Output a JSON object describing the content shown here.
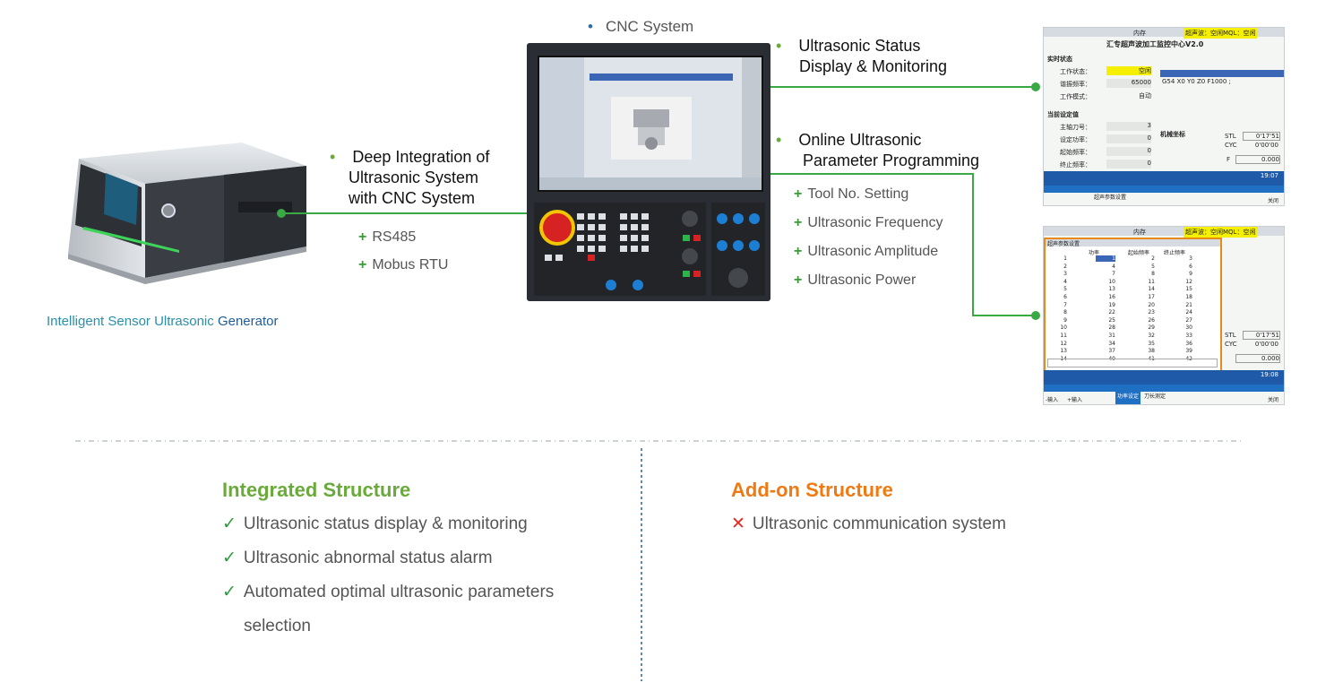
{
  "labels": {
    "cnc_system": "CNC System",
    "status_display_line1": "Ultrasonic Status",
    "status_display_line2": "Display & Monitoring",
    "online_programming_line1": "Online Ultrasonic",
    "online_programming_line2": "Parameter Programming",
    "deep_integration_line1": "Deep Integration of",
    "deep_integration_line2": "Ultrasonic System",
    "deep_integration_line3": "with CNC System",
    "generator_caption_prefix": "Intelligent Sensor Ultrasonic ",
    "generator_caption_suffix": "Generator"
  },
  "protocols": [
    "RS485",
    "Mobus RTU"
  ],
  "parameters": [
    "Tool No. Setting",
    "Ultrasonic Frequency",
    "Ultrasonic Amplitude",
    "Ultrasonic Power"
  ],
  "integrated": {
    "title": "Integrated Structure",
    "items": [
      "Ultrasonic status display & monitoring",
      "Ultrasonic abnormal status alarm",
      "Automated optimal ultrasonic parameters",
      "selection"
    ]
  },
  "addon": {
    "title": "Add-on Structure",
    "items": [
      "Ultrasonic communication system"
    ]
  },
  "screen1": {
    "topbar": "内存",
    "topbar_right": "超声波：空闲MQL：空闲",
    "title": "汇专超声波加工监控中心V2.0",
    "realtime": "实时状态",
    "rows": [
      {
        "label": "工作状态：",
        "value": "空闲"
      },
      {
        "label": "谐振频率：",
        "value": "65000"
      },
      {
        "label": "工作模式：",
        "value": "自动"
      }
    ],
    "current": "当前设定值",
    "rows2": [
      {
        "label": "主轴刀号：",
        "value": "3"
      },
      {
        "label": "设定功率：",
        "value": "0"
      },
      {
        "label": "起始频率：",
        "value": "0"
      },
      {
        "label": "终止频率：",
        "value": "0"
      }
    ],
    "program_text": "G54 X0 Y0 Z0 F1000 ;",
    "mech_pos": "机械坐标",
    "stl": "STL",
    "cyc": "CYC",
    "time1": "0'17'51",
    "time2": "0'00'00",
    "feed": "F",
    "feed_val": "0.000",
    "clock": "19:07",
    "softkey": "超声参数设置",
    "close": "关闭"
  },
  "screen2": {
    "topbar": "内存",
    "topbar_right": "超声波：空闲MQL：空闲",
    "dialog_title": "超声参数设置",
    "col_power": "功率",
    "col_start": "起始频率",
    "col_end": "终止频率",
    "table_rows": [
      [
        "1",
        "1",
        "2",
        "3"
      ],
      [
        "2",
        "4",
        "5",
        "6"
      ],
      [
        "3",
        "7",
        "8",
        "9"
      ],
      [
        "4",
        "10",
        "11",
        "12"
      ],
      [
        "5",
        "13",
        "14",
        "15"
      ],
      [
        "6",
        "16",
        "17",
        "18"
      ],
      [
        "7",
        "19",
        "20",
        "21"
      ],
      [
        "8",
        "22",
        "23",
        "24"
      ],
      [
        "9",
        "25",
        "26",
        "27"
      ],
      [
        "10",
        "28",
        "29",
        "30"
      ],
      [
        "11",
        "31",
        "32",
        "33"
      ],
      [
        "12",
        "34",
        "35",
        "36"
      ],
      [
        "13",
        "37",
        "38",
        "39"
      ],
      [
        "14",
        "40",
        "41",
        "42"
      ]
    ],
    "stl": "STL",
    "cyc": "CYC",
    "time1": "0'17'51",
    "time2": "0'00'00",
    "feed_val": "0.000",
    "clock": "19:08",
    "sk1": "-输入",
    "sk2": "+输入",
    "sk3": "功率设定",
    "sk4": "刀长测定",
    "close": "关闭"
  },
  "colors": {
    "green_line": "#3aa844",
    "integrated_title": "#6aaa3a",
    "addon_title": "#ef7a12",
    "caption_blue": "#2a8fa8",
    "divider_blue": "#2d5fa8"
  }
}
